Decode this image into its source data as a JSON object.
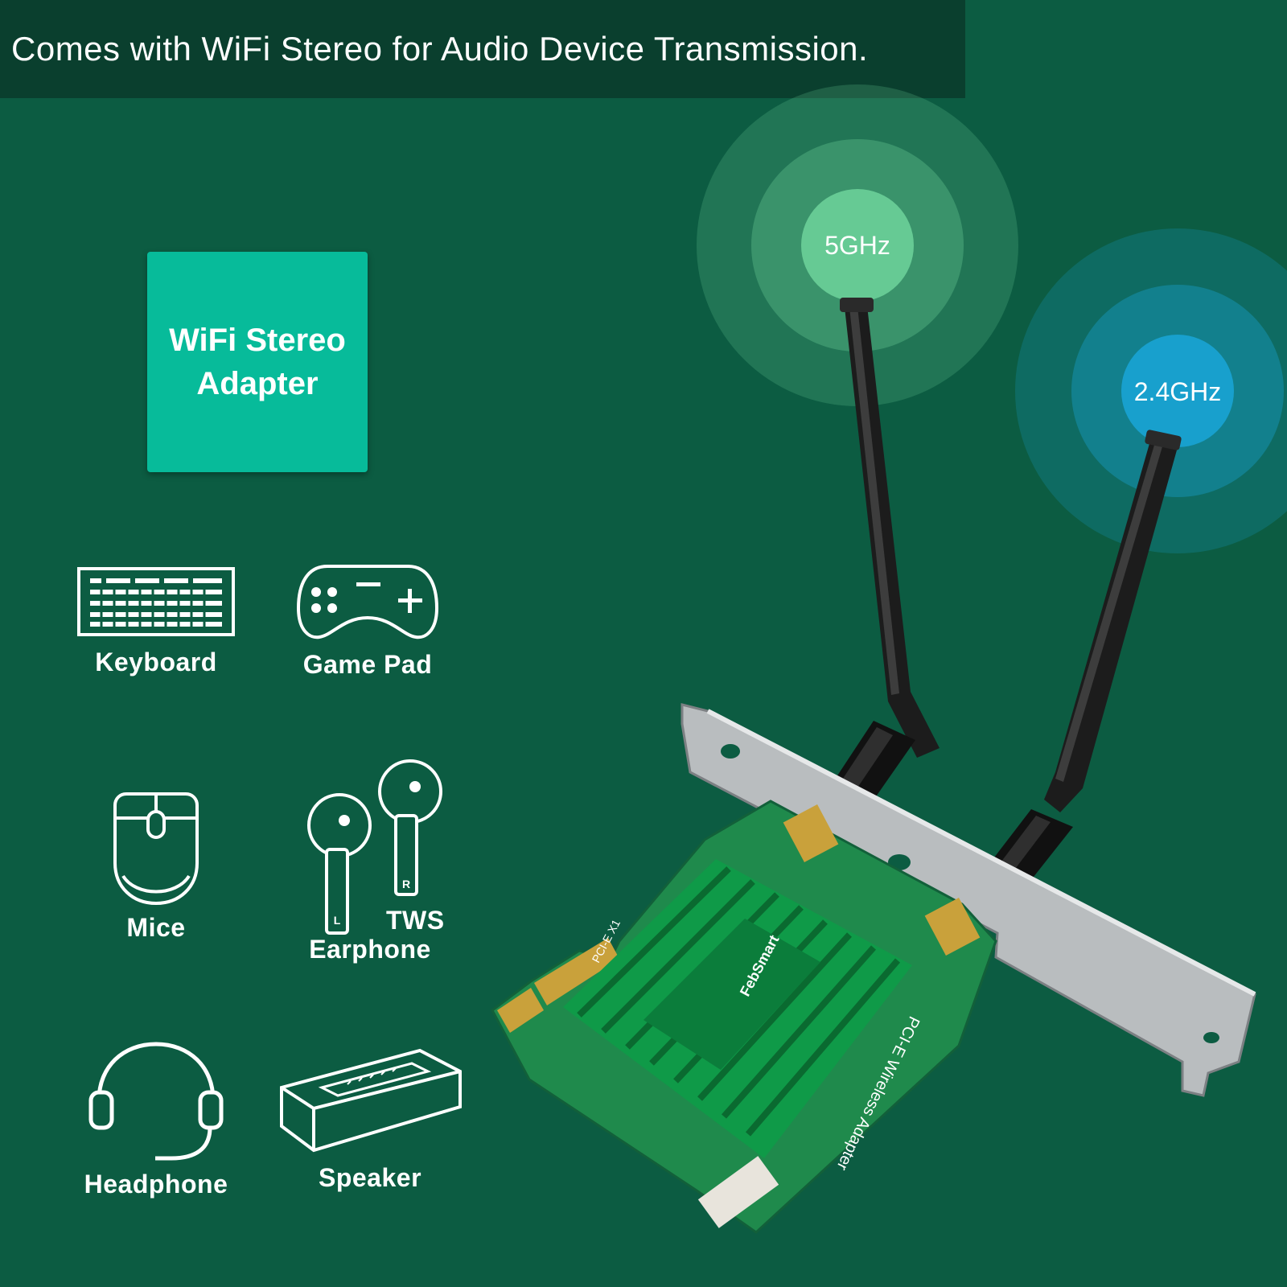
{
  "banner": {
    "text": "Comes with WiFi Stereo for Audio Device Transmission."
  },
  "adapter_box": {
    "line1": "WiFi Stereo",
    "line2": "Adapter"
  },
  "devices": [
    {
      "label": "Keyboard",
      "icon": "keyboard-icon"
    },
    {
      "label": "Game Pad",
      "icon": "gamepad-icon"
    },
    {
      "label": "Mice",
      "icon": "mouse-icon"
    },
    {
      "label_line1": "TWS",
      "label_line2": "Earphone",
      "icon": "earphone-icon",
      "left_mark": "L",
      "right_mark": "R"
    },
    {
      "label": "Headphone",
      "icon": "headphone-icon"
    },
    {
      "label": "Speaker",
      "icon": "speaker-icon"
    }
  ],
  "antennas": {
    "band_5": "5GHz",
    "band_24": "2.4GHz"
  },
  "card": {
    "brand": "FebSmart",
    "model": "PCI-E Wireless Adapter",
    "slot": "PCI-E X1"
  },
  "colors": {
    "background": "#0c5c42",
    "banner": "#0a3f2e",
    "adapter_box": "#07bb9a",
    "signal_5ghz": "#6fd39b",
    "signal_24ghz": "#19a3d4"
  }
}
